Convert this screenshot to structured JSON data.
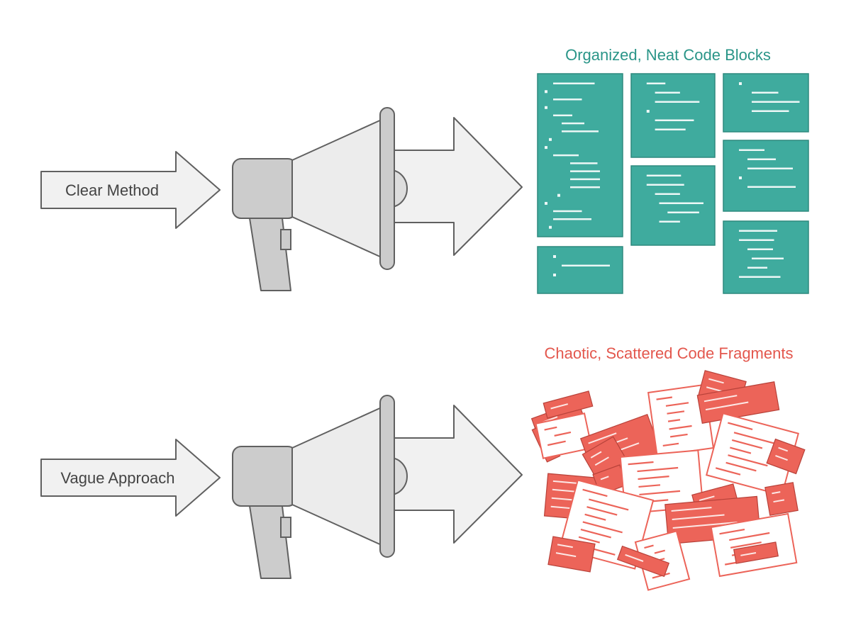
{
  "rows": [
    {
      "input_label": "Clear Method",
      "output_title": "Organized, Neat Code Blocks"
    },
    {
      "input_label": "Vague Approach",
      "output_title": "Chaotic, Scattered Code Fragments"
    }
  ],
  "colors": {
    "organized": "#3fab9e",
    "organized_text": "#2a9588",
    "chaotic": "#ec6459",
    "chaotic_text": "#e3574d",
    "outline": "#606060",
    "arrow_fill": "#f1f1f1",
    "megaphone_dark": "#cccccc",
    "megaphone_light": "#ececec"
  },
  "icons": [
    "right-arrow-icon",
    "megaphone-icon",
    "code-block-icon",
    "code-fragment-icon"
  ]
}
